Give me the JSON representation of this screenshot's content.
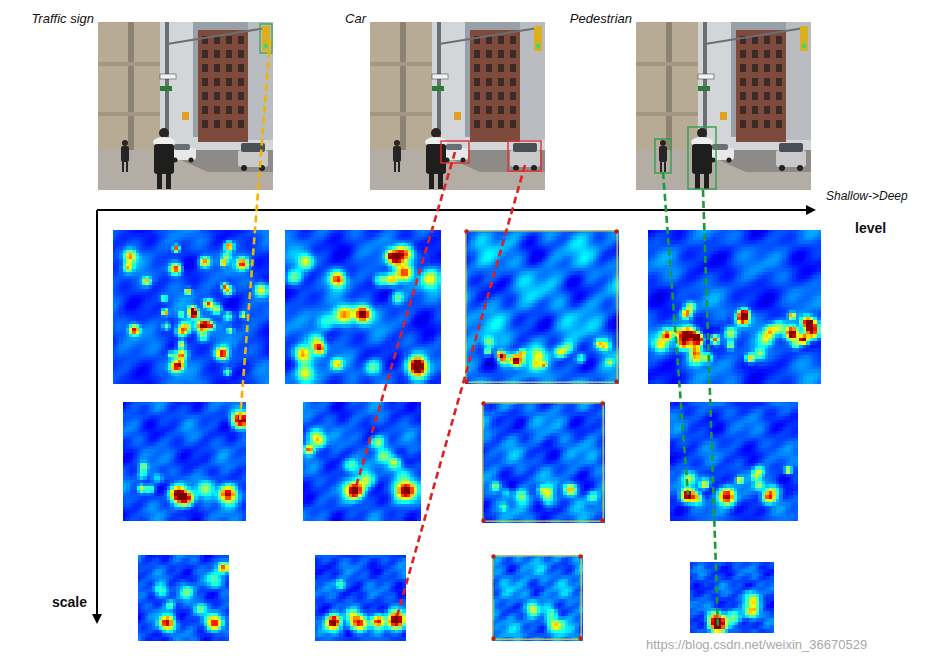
{
  "diagram": {
    "nodes": [
      {
        "text": [
          "Traffic sign"
        ]
      },
      {
        "text": [
          "Car"
        ]
      },
      {
        "text": [
          "Pedestrian"
        ]
      }
    ],
    "labels": [
      "Shallow->Deep",
      "level",
      "scale",
      "https://blog.csdn.net/weixin_36670529"
    ]
  }
}
